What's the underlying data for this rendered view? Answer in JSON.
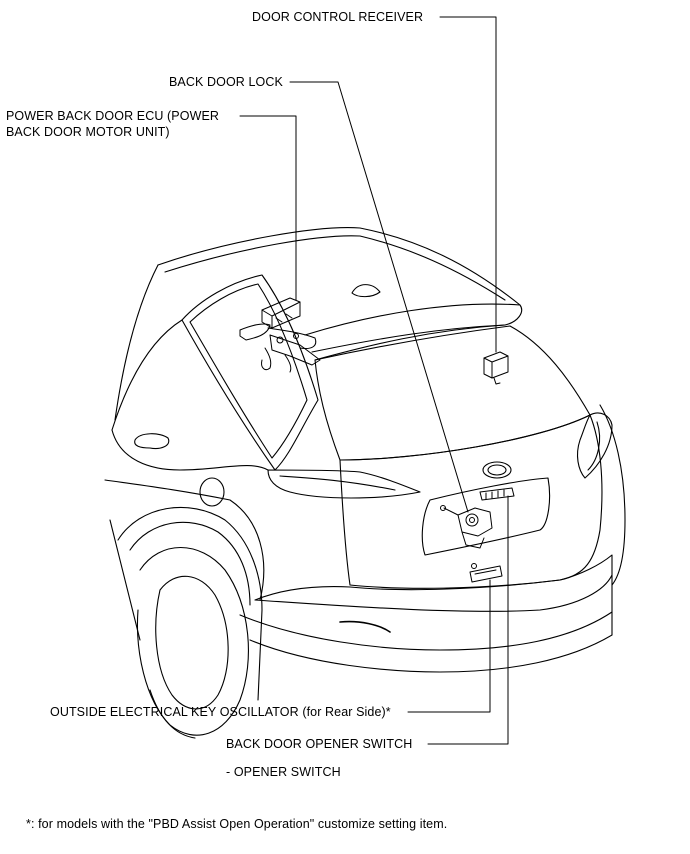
{
  "callouts": {
    "door_control_receiver": "DOOR CONTROL RECEIVER",
    "back_door_lock": "BACK DOOR LOCK",
    "power_back_door_ecu_line1": "POWER BACK DOOR ECU (POWER",
    "power_back_door_ecu_line2": "BACK DOOR MOTOR UNIT)",
    "outside_key_oscillator": "OUTSIDE ELECTRICAL KEY OSCILLATOR (for Rear Side)*",
    "back_door_opener_switch": "BACK DOOR OPENER SWITCH",
    "opener_switch_sub": "- OPENER SWITCH"
  },
  "footnote": "*: for models with the \"PBD Assist Open Operation\" customize setting item.",
  "colors": {
    "line": "#000000",
    "background": "#ffffff"
  }
}
